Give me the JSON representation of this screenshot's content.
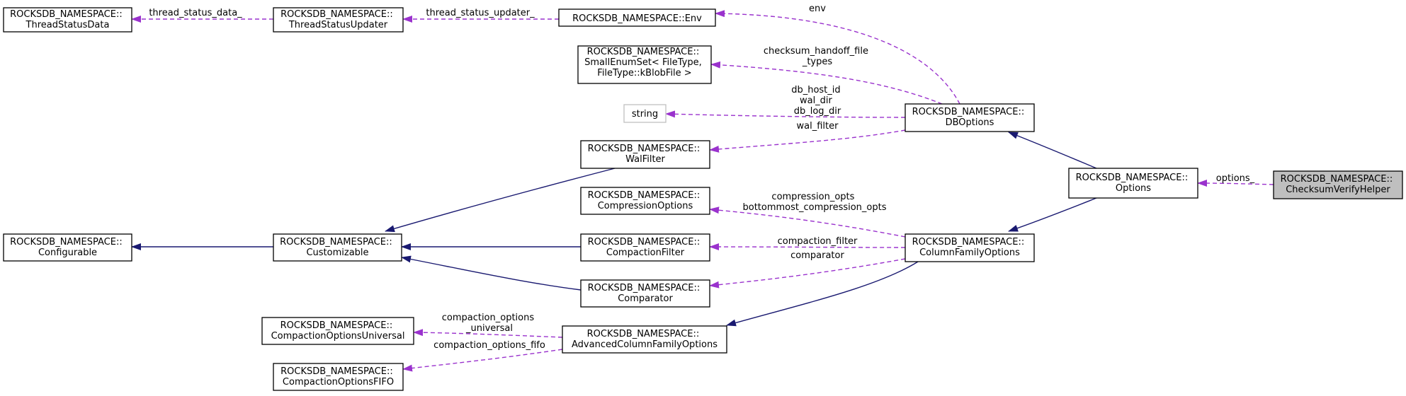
{
  "diagram": {
    "nodes": [
      {
        "id": "ThreadStatusData",
        "lines": [
          "ROCKSDB_NAMESPACE::",
          "ThreadStatusData"
        ]
      },
      {
        "id": "ThreadStatusUpdater",
        "lines": [
          "ROCKSDB_NAMESPACE::",
          "ThreadStatusUpdater"
        ]
      },
      {
        "id": "Env",
        "lines": [
          "ROCKSDB_NAMESPACE::Env"
        ]
      },
      {
        "id": "SmallEnumSet",
        "lines": [
          "ROCKSDB_NAMESPACE::",
          "SmallEnumSet< FileType,",
          "FileType::kBlobFile >"
        ]
      },
      {
        "id": "string",
        "lines": [
          "string"
        ]
      },
      {
        "id": "WalFilter",
        "lines": [
          "ROCKSDB_NAMESPACE::",
          "WalFilter"
        ]
      },
      {
        "id": "DBOptions",
        "lines": [
          "ROCKSDB_NAMESPACE::",
          "DBOptions"
        ]
      },
      {
        "id": "Options",
        "lines": [
          "ROCKSDB_NAMESPACE::",
          "Options"
        ]
      },
      {
        "id": "ChecksumVerifyHelper",
        "lines": [
          "ROCKSDB_NAMESPACE::",
          "ChecksumVerifyHelper"
        ]
      },
      {
        "id": "CompressionOptions",
        "lines": [
          "ROCKSDB_NAMESPACE::",
          "CompressionOptions"
        ]
      },
      {
        "id": "Configurable",
        "lines": [
          "ROCKSDB_NAMESPACE::",
          "Configurable"
        ]
      },
      {
        "id": "Customizable",
        "lines": [
          "ROCKSDB_NAMESPACE::",
          "Customizable"
        ]
      },
      {
        "id": "CompactionFilter",
        "lines": [
          "ROCKSDB_NAMESPACE::",
          "CompactionFilter"
        ]
      },
      {
        "id": "ColumnFamilyOptions",
        "lines": [
          "ROCKSDB_NAMESPACE::",
          "ColumnFamilyOptions"
        ]
      },
      {
        "id": "Comparator",
        "lines": [
          "ROCKSDB_NAMESPACE::",
          "Comparator"
        ]
      },
      {
        "id": "CompactionOptionsUniversal",
        "lines": [
          "ROCKSDB_NAMESPACE::",
          "CompactionOptionsUniversal"
        ]
      },
      {
        "id": "AdvancedColumnFamilyOptions",
        "lines": [
          "ROCKSDB_NAMESPACE::",
          "AdvancedColumnFamilyOptions"
        ]
      },
      {
        "id": "CompactionOptionsFIFO",
        "lines": [
          "ROCKSDB_NAMESPACE::",
          "CompactionOptionsFIFO"
        ]
      }
    ],
    "edges": [
      {
        "id": "e-thread-status-data",
        "from": "ThreadStatusUpdater",
        "to": "ThreadStatusData",
        "kind": "usage",
        "label": [
          "thread_status_data_"
        ]
      },
      {
        "id": "e-thread-status-updater",
        "from": "Env",
        "to": "ThreadStatusUpdater",
        "kind": "usage",
        "label": [
          "thread_status_updater_"
        ]
      },
      {
        "id": "e-env",
        "from": "DBOptions",
        "to": "Env",
        "kind": "usage",
        "label": [
          "env"
        ]
      },
      {
        "id": "e-checksum-handoff",
        "from": "DBOptions",
        "to": "SmallEnumSet",
        "kind": "usage",
        "label": [
          "checksum_handoff_file",
          "_types"
        ]
      },
      {
        "id": "e-string",
        "from": "DBOptions",
        "to": "string",
        "kind": "usage",
        "label": [
          "db_host_id",
          "wal_dir",
          "db_log_dir"
        ]
      },
      {
        "id": "e-wal-filter",
        "from": "DBOptions",
        "to": "WalFilter",
        "kind": "usage",
        "label": [
          "wal_filter"
        ]
      },
      {
        "id": "e-options-dboptions",
        "from": "Options",
        "to": "DBOptions",
        "kind": "inherit",
        "label": []
      },
      {
        "id": "e-options-cfoptions",
        "from": "Options",
        "to": "ColumnFamilyOptions",
        "kind": "inherit",
        "label": []
      },
      {
        "id": "e-options",
        "from": "ChecksumVerifyHelper",
        "to": "Options",
        "kind": "usage",
        "label": [
          "options_"
        ]
      },
      {
        "id": "e-compression-opts",
        "from": "ColumnFamilyOptions",
        "to": "CompressionOptions",
        "kind": "usage",
        "label": [
          "compression_opts",
          "bottommost_compression_opts"
        ]
      },
      {
        "id": "e-compaction-filter",
        "from": "ColumnFamilyOptions",
        "to": "CompactionFilter",
        "kind": "usage",
        "label": [
          "compaction_filter"
        ]
      },
      {
        "id": "e-comparator",
        "from": "ColumnFamilyOptions",
        "to": "Comparator",
        "kind": "usage",
        "label": [
          "comparator"
        ]
      },
      {
        "id": "e-cf-advanced",
        "from": "ColumnFamilyOptions",
        "to": "AdvancedColumnFamilyOptions",
        "kind": "inherit",
        "label": []
      },
      {
        "id": "e-walfilter-customizable",
        "from": "WalFilter",
        "to": "Customizable",
        "kind": "inherit",
        "label": []
      },
      {
        "id": "e-compactionfilter-customizable",
        "from": "CompactionFilter",
        "to": "Customizable",
        "kind": "inherit",
        "label": []
      },
      {
        "id": "e-comparator-customizable",
        "from": "Comparator",
        "to": "Customizable",
        "kind": "inherit",
        "label": []
      },
      {
        "id": "e-customizable-configurable",
        "from": "Customizable",
        "to": "Configurable",
        "kind": "inherit",
        "label": []
      },
      {
        "id": "e-compaction-universal",
        "from": "AdvancedColumnFamilyOptions",
        "to": "CompactionOptionsUniversal",
        "kind": "usage",
        "label": [
          "compaction_options",
          "_universal"
        ]
      },
      {
        "id": "e-compaction-fifo",
        "from": "AdvancedColumnFamilyOptions",
        "to": "CompactionOptionsFIFO",
        "kind": "usage",
        "label": [
          "compaction_options_fifo"
        ]
      }
    ],
    "colors": {
      "inherit": "#191970",
      "usage": "#9a32cd",
      "focus_fill": "#bfbfbf",
      "external_border": "#bfbfbf"
    }
  }
}
